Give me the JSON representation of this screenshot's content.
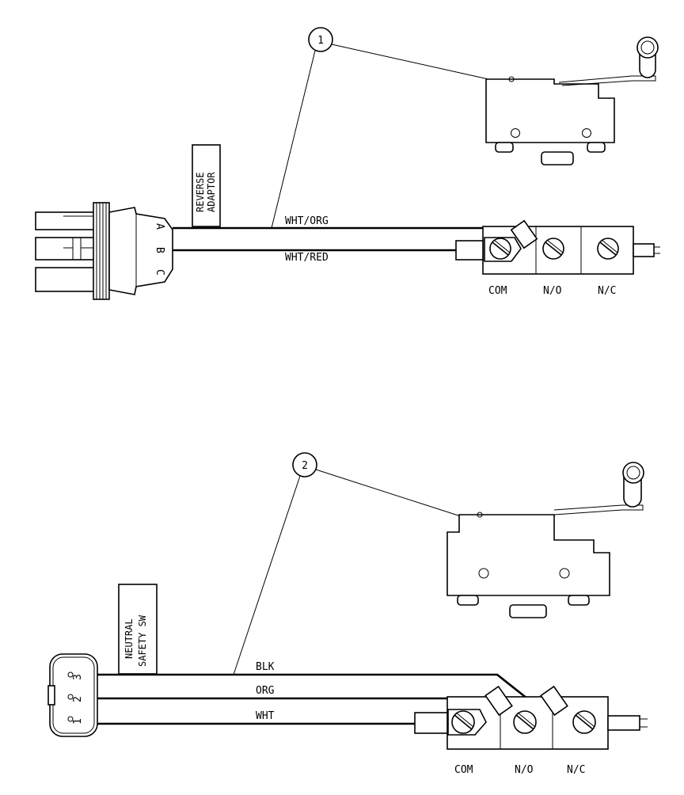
{
  "diagram": {
    "top": {
      "callout": "1",
      "connector_tag": [
        "REVERSE",
        "ADAPTOR"
      ],
      "pins": [
        "A",
        "B",
        "C"
      ],
      "wires": [
        "WHT/ORG",
        "WHT/RED"
      ],
      "terminals": [
        "COM",
        "N/O",
        "N/C"
      ]
    },
    "bottom": {
      "callout": "2",
      "connector_tag": [
        "NEUTRAL",
        "SAFETY SW"
      ],
      "pins": [
        "1",
        "2",
        "3"
      ],
      "wires": [
        "BLK",
        "ORG",
        "WHT"
      ],
      "terminals": [
        "COM",
        "N/O",
        "N/C"
      ]
    }
  }
}
